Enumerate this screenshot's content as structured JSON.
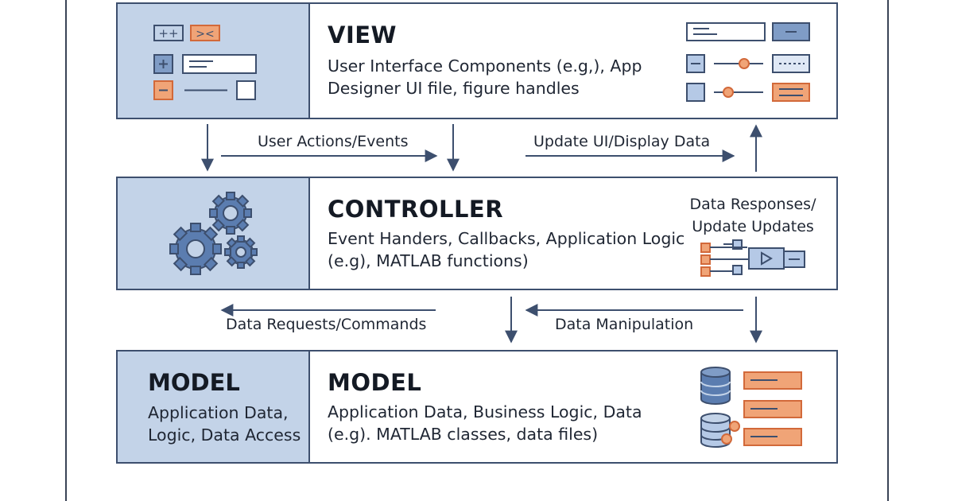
{
  "colors": {
    "panel": "#c3d3e8",
    "stroke": "#3d4f6e",
    "orange": "#f0a477",
    "orange_stroke": "#d2693a",
    "blue_fill": "#b5c9e6"
  },
  "view": {
    "title": "VIEW",
    "desc_line1": "User Interface Components (e.g,), App",
    "desc_line2": "Designer UI file, figure handles",
    "left_icons": [
      "plus-plus-button-icon",
      "code-button-icon",
      "plus-button-icon",
      "text-field-icon",
      "minus-button-icon",
      "slider-line-icon",
      "checkbox-icon"
    ],
    "right_icons": [
      "text-field-icon",
      "minus-button-icon",
      "slider-icon",
      "dotted-field-icon",
      "slider-icon",
      "list-icon"
    ]
  },
  "flow_top": {
    "left_label": "User Actions/Events",
    "right_label": "Update UI/Display Data"
  },
  "controller": {
    "title": "CONTROLLER",
    "desc_line1": "Event Handers, Callbacks, Application Logic",
    "desc_line2": "(e.g), MATLAB functions)",
    "aside_line1": "Data Responses/",
    "aside_line2": "Update Updates",
    "icons": [
      "gears-icon",
      "flow-network-icon"
    ]
  },
  "flow_bottom": {
    "left_label": "Data Requests/Commands",
    "right_label": "Data Manipulation"
  },
  "model": {
    "left_title": "MODEL",
    "left_line1": "Application Data,",
    "left_line2": "Logic, Data Access",
    "title": "MODEL",
    "desc_line1": "Application Data, Business Logic, Data",
    "desc_line2": "(e.g). MATLAB classes, data files)",
    "icons": [
      "database-icon",
      "database-link-icon",
      "record-list-icon"
    ]
  }
}
